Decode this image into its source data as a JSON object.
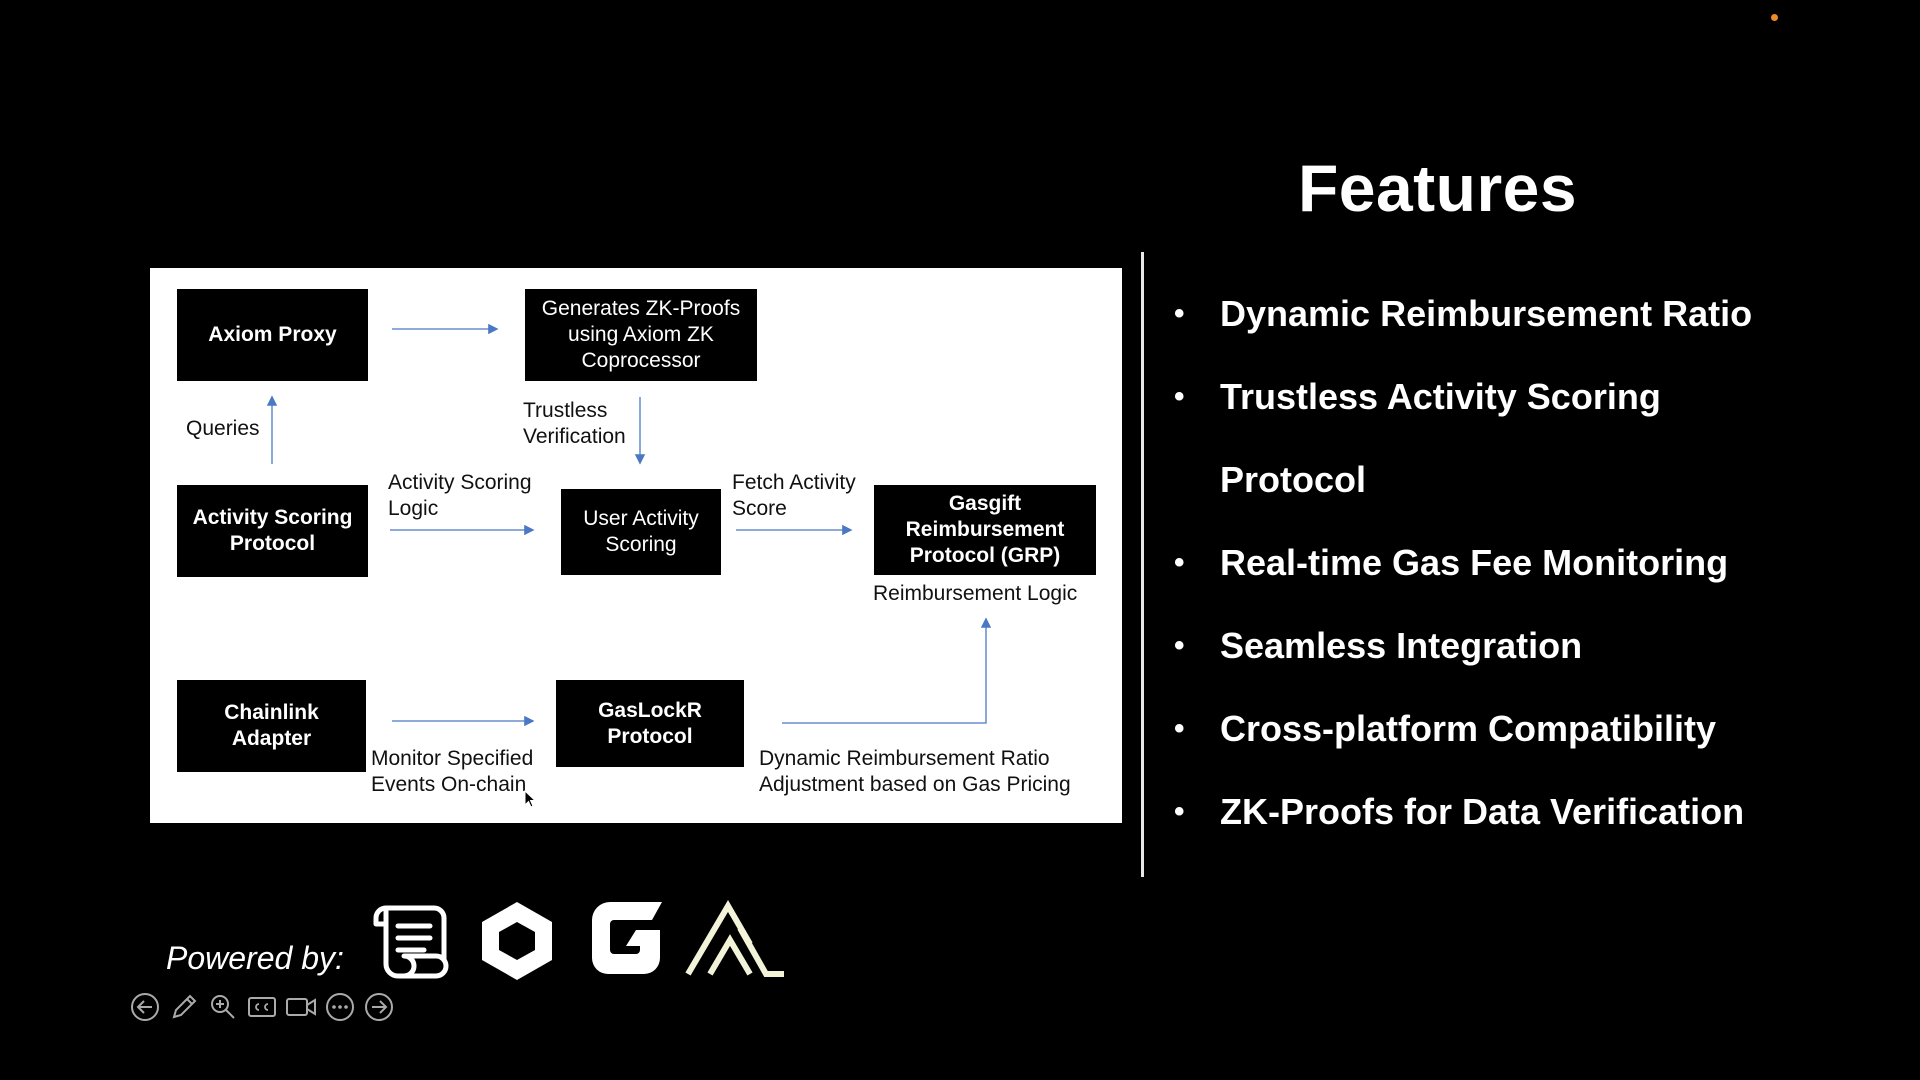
{
  "diagram": {
    "boxes": {
      "axiom_proxy": "Axiom Proxy",
      "zk_proofs": "Generates ZK-Proofs using Axiom ZK Coprocessor",
      "activity_scoring_protocol": "Activity Scoring Protocol",
      "user_activity_scoring": "User Activity Scoring",
      "grp": "Gasgift Reimbursement Protocol (GRP)",
      "chainlink_adapter": "Chainlink Adapter",
      "gaslockr": "GasLockR Protocol"
    },
    "labels": {
      "queries": "Queries",
      "trustless_verification": "Trustless\nVerification",
      "activity_scoring_logic": "Activity Scoring\nLogic",
      "fetch_activity_score": "Fetch Activity\nScore",
      "reimbursement_logic": "Reimbursement Logic",
      "monitor_events": "Monitor Specified\nEvents On-chain",
      "dynamic_ratio": "Dynamic Reimbursement Ratio\nAdjustment based on Gas Pricing"
    }
  },
  "features": {
    "title": "Features",
    "items": [
      "Dynamic Reimbursement Ratio",
      "Trustless Activity Scoring Protocol",
      "Real-time Gas Fee Monitoring",
      "Seamless Integration",
      "Cross-platform Compatibility",
      "ZK-Proofs for Data Verification"
    ],
    "bullet": "•"
  },
  "footer": {
    "powered_by": "Powered by:",
    "logos": [
      "scroll-icon",
      "chainlink-hexagon-icon",
      "g-logo-icon",
      "axiom-logo-icon"
    ]
  },
  "controls": [
    "back-icon",
    "pen-icon",
    "zoom-icon",
    "captions-icon",
    "video-icon",
    "more-icon",
    "forward-icon"
  ],
  "colors": {
    "background": "#000000",
    "arrow": "#4a78c4",
    "accent_dot": "#f0892a"
  }
}
